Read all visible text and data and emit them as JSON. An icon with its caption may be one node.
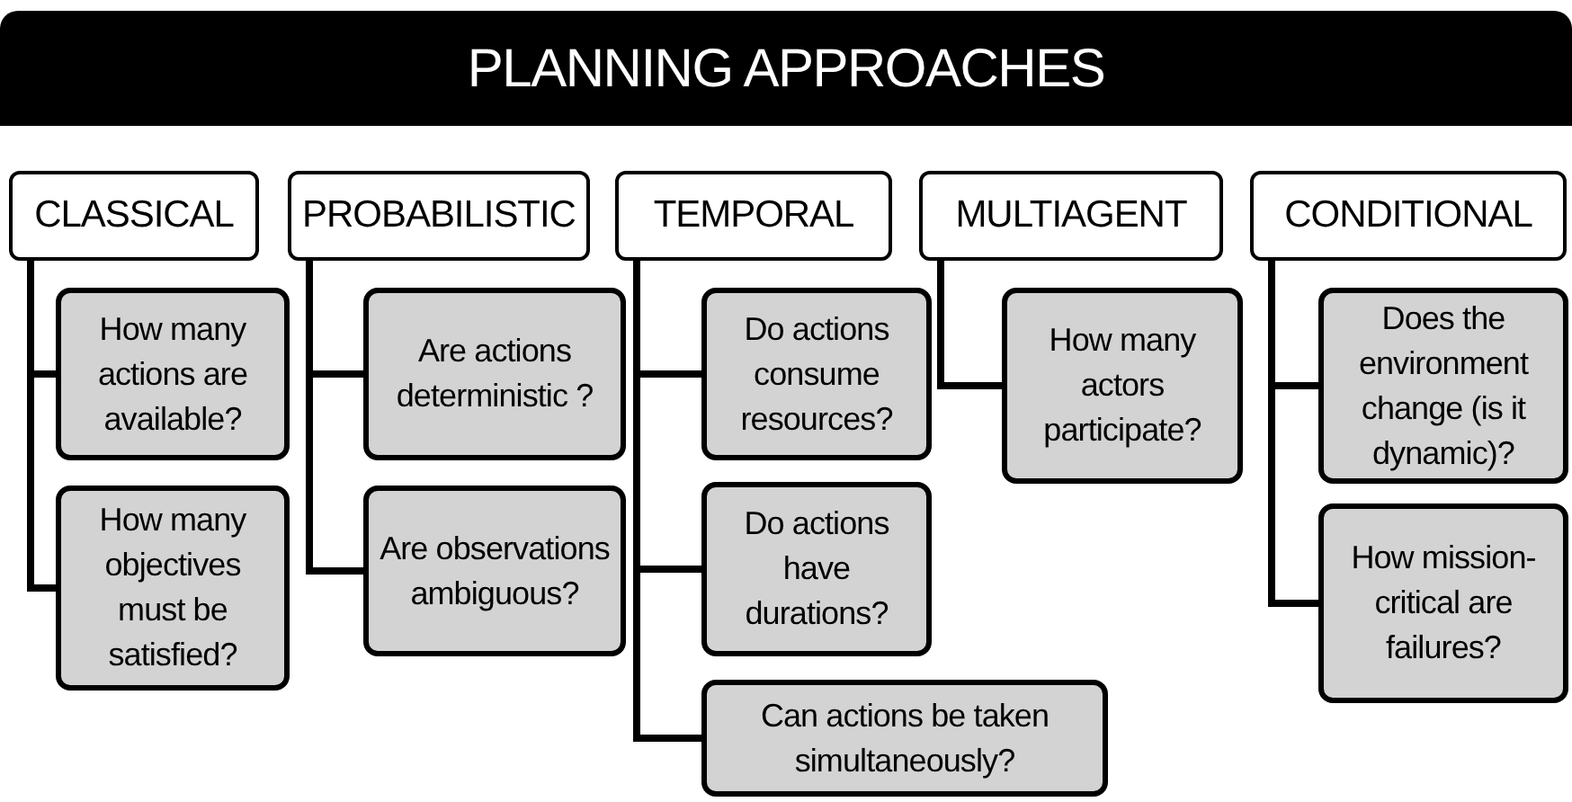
{
  "diagram": {
    "title": "PLANNING APPROACHES",
    "nodes": [
      {
        "text": [
          "CLASSICAL"
        ]
      },
      {
        "text": [
          "PROBABILISTIC"
        ]
      },
      {
        "text": [
          "TEMPORAL"
        ]
      },
      {
        "text": [
          "MULTIAGENT"
        ]
      },
      {
        "text": [
          "CONDITIONAL"
        ]
      },
      {
        "text": [
          "How many actions are available?"
        ]
      },
      {
        "text": [
          "How many objectives must be satisfied?"
        ]
      },
      {
        "text": [
          "Are actions deterministic ?"
        ]
      },
      {
        "text": [
          "Are observations ambiguous?"
        ]
      },
      {
        "text": [
          "Do actions consume resources?"
        ]
      },
      {
        "text": [
          "Do actions have durations?"
        ]
      },
      {
        "text": [
          "Can actions be taken simultaneously?"
        ]
      },
      {
        "text": [
          "How many actors participate?"
        ]
      },
      {
        "text": [
          "Does the environment change (is it dynamic)?"
        ]
      },
      {
        "text": [
          "How mission-critical are failures?"
        ]
      }
    ],
    "edges": [
      {
        "from": 0,
        "to": 5,
        "arrow": "none"
      },
      {
        "from": 0,
        "to": 6,
        "arrow": "none"
      },
      {
        "from": 1,
        "to": 7,
        "arrow": "none"
      },
      {
        "from": 1,
        "to": 8,
        "arrow": "none"
      },
      {
        "from": 2,
        "to": 9,
        "arrow": "none"
      },
      {
        "from": 2,
        "to": 10,
        "arrow": "none"
      },
      {
        "from": 2,
        "to": 11,
        "arrow": "none"
      },
      {
        "from": 3,
        "to": 12,
        "arrow": "none"
      },
      {
        "from": 4,
        "to": 13,
        "arrow": "none"
      },
      {
        "from": 4,
        "to": 14,
        "arrow": "none"
      }
    ]
  }
}
